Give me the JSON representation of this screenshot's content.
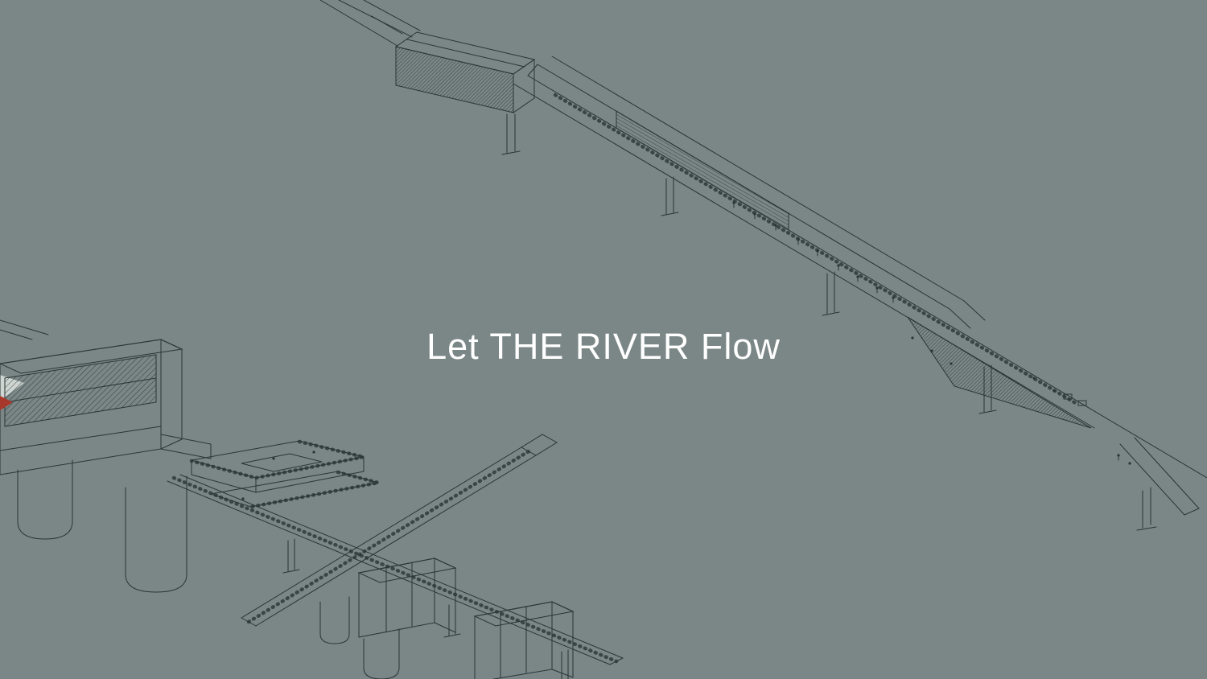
{
  "slide": {
    "title": "Let THE RIVER Flow",
    "colors": {
      "background": "#7a8786",
      "title_text": "#ffffff",
      "linework": "#2b3436",
      "accent_red": "#a8372c"
    },
    "drawings": [
      {
        "name": "upper-bridge-axonometric"
      },
      {
        "name": "lower-station-axonometric"
      }
    ]
  }
}
